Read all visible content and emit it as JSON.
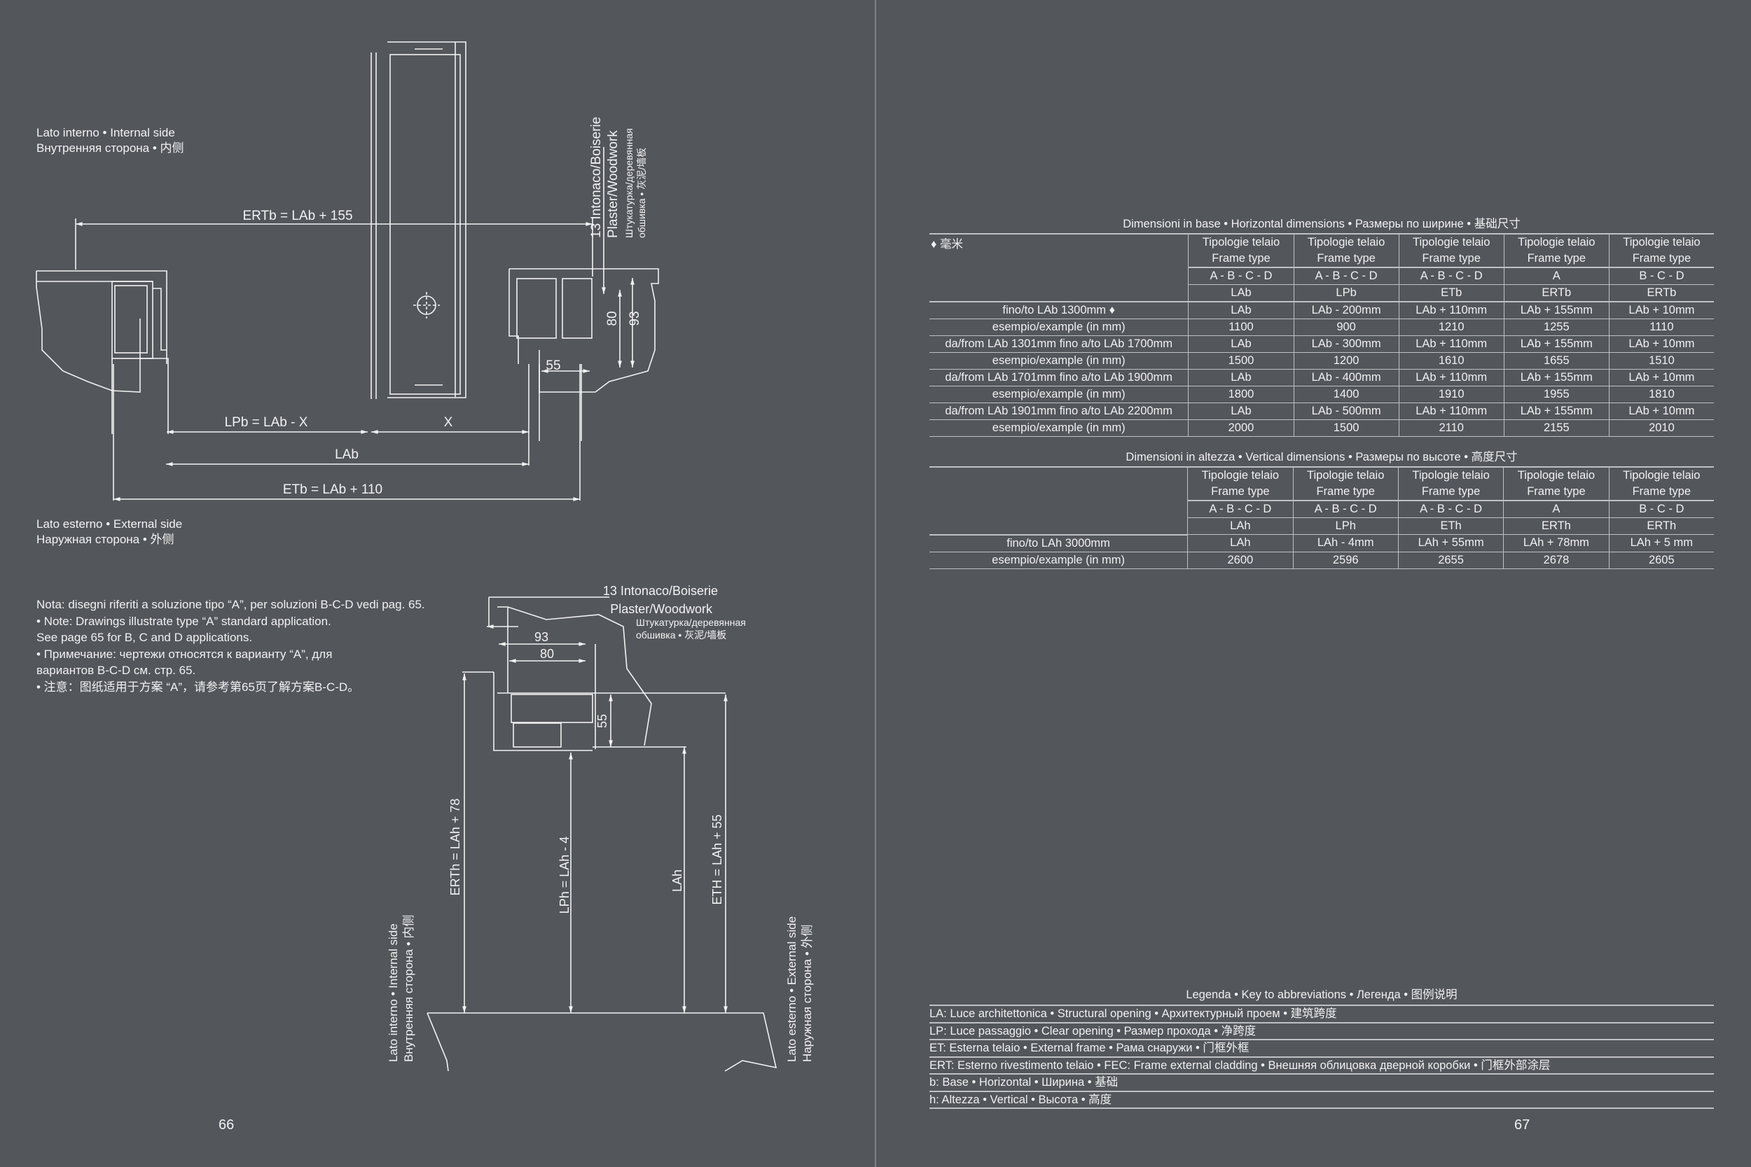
{
  "left_page": {
    "plan_view": {
      "internal_side": [
        "Lato interno • Internal side",
        "Внутренняя сторона • 内侧"
      ],
      "external_side": [
        "Lato esterno • External side",
        "Наружная сторона • 外侧"
      ],
      "dim_ertb": "ERTb = LAb + 155",
      "dim_lpb": "LPb = LAb - X",
      "dim_x": "X",
      "dim_lab": "LAb",
      "dim_etb": "ETb = LAb + 110",
      "dim_80": "80",
      "dim_93": "93",
      "dim_55": "55",
      "plaster_label": [
        "13 Intonaco/Boiserie",
        "Plaster/Woodwork"
      ],
      "plaster_label_ru_cn": [
        "Штукатурка/деревянная",
        "обшивка • 灰泥/墙板"
      ]
    },
    "note": [
      "Nota: disegni riferiti a soluzione tipo “A”, per soluzioni B-C-D vedi pag. 65.",
      "• Note: Drawings illustrate type “A” standard application.",
      "See page 65 for B, C and D applications.",
      "• Примечание: чертежи относятся к варианту “A”, для",
      "вариантов B-C-D см. стр. 65.",
      "• 注意：图纸适用于方案 “A”，请参考第65页了解方案B-C-D。"
    ],
    "section_view": {
      "plaster_label": [
        "13 Intonaco/Boiserie",
        "Plaster/Woodwork"
      ],
      "plaster_label_ru_cn": [
        "Штукатурка/деревянная",
        "обшивка • 灰泥/墙板"
      ],
      "dim_93": "93",
      "dim_80": "80",
      "dim_55": "55",
      "dim_erth": "ERTh = LAh + 78",
      "dim_lph": "LPh = LAh - 4",
      "dim_lah": "LAh",
      "dim_eth": "ETH = LAh + 55",
      "internal_side": [
        "Lato interno • Internal side",
        "Внутренняя сторона • 内侧"
      ],
      "external_side": [
        "Lato esterno • External side",
        "Наружная сторона • 外侧"
      ]
    },
    "page_number": "66"
  },
  "right_page": {
    "horizontal": {
      "title": "Dimensioni in base • Horizontal dimensions • Размеры по ширине • 基础尺寸",
      "unit_note": "♦ 毫米",
      "header_line1": [
        "Tipologie telaio",
        "Tipologie telaio",
        "Tipologie telaio",
        "Tipologie telaio",
        "Tipologie telaio"
      ],
      "header_line2": [
        "Frame type",
        "Frame type",
        "Frame type",
        "Frame type",
        "Frame type"
      ],
      "types": [
        "A - B - C - D",
        "A - B - C - D",
        "A - B - C - D",
        "A",
        "B - C - D"
      ],
      "codes": [
        "LAb",
        "LPb",
        "ETb",
        "ERTb",
        "ERTb"
      ],
      "rows": [
        {
          "label": "fino/to LAb 1300mm ♦",
          "cells": [
            "LAb",
            "LAb - 200mm",
            "LAb + 110mm",
            "LAb + 155mm",
            "LAb + 10mm"
          ]
        },
        {
          "label": "esempio/example (in mm)",
          "cells": [
            "1100",
            "900",
            "1210",
            "1255",
            "1110"
          ]
        },
        {
          "label": "da/from LAb 1301mm fino a/to LAb 1700mm",
          "cells": [
            "LAb",
            "LAb - 300mm",
            "LAb + 110mm",
            "LAb + 155mm",
            "LAb + 10mm"
          ]
        },
        {
          "label": "esempio/example (in mm)",
          "cells": [
            "1500",
            "1200",
            "1610",
            "1655",
            "1510"
          ]
        },
        {
          "label": "da/from LAb 1701mm fino a/to LAb 1900mm",
          "cells": [
            "LAb",
            "LAb - 400mm",
            "LAb + 110mm",
            "LAb + 155mm",
            "LAb + 10mm"
          ]
        },
        {
          "label": "esempio/example (in mm)",
          "cells": [
            "1800",
            "1400",
            "1910",
            "1955",
            "1810"
          ]
        },
        {
          "label": "da/from LAb 1901mm fino a/to LAb 2200mm",
          "cells": [
            "LAb",
            "LAb - 500mm",
            "LAb + 110mm",
            "LAb + 155mm",
            "LAb + 10mm"
          ]
        },
        {
          "label": "esempio/example (in mm)",
          "cells": [
            "2000",
            "1500",
            "2110",
            "2155",
            "2010"
          ]
        }
      ]
    },
    "vertical": {
      "title": "Dimensioni in altezza • Vertical dimensions • Размеры по высоте • 高度尺寸",
      "header_line1": [
        "Tipologie telaio",
        "Tipologie telaio",
        "Tipologie telaio",
        "Tipologie telaio",
        "Tipologie telaio"
      ],
      "header_line2": [
        "Frame type",
        "Frame type",
        "Frame type",
        "Frame type",
        "Frame type"
      ],
      "types": [
        "A - B - C - D",
        "A - B - C - D",
        "A - B - C - D",
        "A",
        "B - C - D"
      ],
      "codes": [
        "LAh",
        "LPh",
        "ETh",
        "ERTh",
        "ERTh"
      ],
      "rows": [
        {
          "label": "fino/to LAh 3000mm",
          "cells": [
            "LAh",
            "LAh - 4mm",
            "LAh + 55mm",
            "LAh + 78mm",
            "LAh + 5 mm"
          ]
        },
        {
          "label": "esempio/example (in mm)",
          "cells": [
            "2600",
            "2596",
            "2655",
            "2678",
            "2605"
          ]
        }
      ]
    },
    "legend": {
      "title": "Legenda • Key to abbreviations • Легенда • 图例说明",
      "items": [
        "LA: Luce architettonica • Structural opening • Архитектурный проем • 建筑跨度",
        "LP: Luce passaggio • Clear opening • Размер прохода • 净跨度",
        "ET: Esterna telaio • External frame • Рама снаружи • 门框外框",
        "ERT: Esterno rivestimento telaio • FEC: Frame external cladding • Внешняя облицовка дверной коробки • 门框外部涂层",
        "b: Base • Horizontal • Ширина • 基础",
        "h: Altezza • Vertical • Высота • 高度"
      ]
    },
    "page_number": "67"
  }
}
